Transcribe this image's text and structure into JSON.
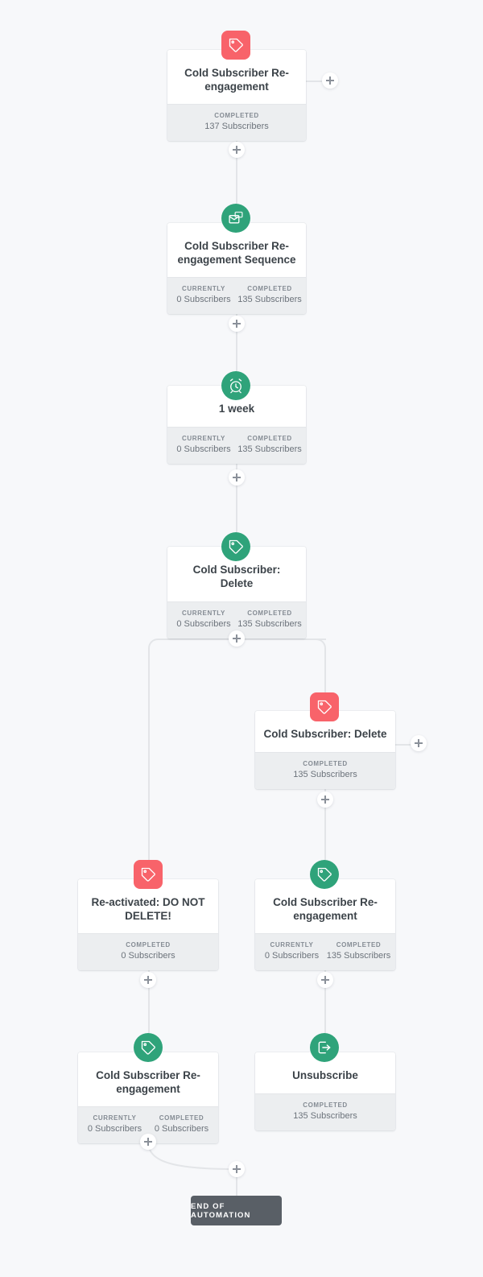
{
  "theme": {
    "background": "#f7f8fa",
    "card_bg": "#ffffff",
    "footer_bg": "#eceef0",
    "line": "#e3e5e8",
    "green": "#2fa37a",
    "red": "#f8636a",
    "end_bg": "#595f66",
    "title_color": "#3c4349",
    "label_color": "#848b93"
  },
  "labels": {
    "currently": "CURRENTLY",
    "completed": "COMPLETED",
    "add_step": "+"
  },
  "nodes": [
    {
      "id": "n1",
      "title": "Cold Subscriber Re-engagement",
      "icon": "tag-icon",
      "icon_color": "red",
      "icon_shape": "rounded-square",
      "stats": [
        {
          "label": "COMPLETED",
          "value": "137 Subscribers"
        }
      ]
    },
    {
      "id": "n2",
      "title": "Cold Subscriber Re-engagement Sequence",
      "icon": "email-sequence-icon",
      "icon_color": "green",
      "icon_shape": "circle",
      "stats": [
        {
          "label": "CURRENTLY",
          "value": "0 Subscribers"
        },
        {
          "label": "COMPLETED",
          "value": "135 Subscribers"
        }
      ]
    },
    {
      "id": "n3",
      "title": "1 week",
      "icon": "alarm-clock-icon",
      "icon_color": "green",
      "icon_shape": "circle",
      "stats": [
        {
          "label": "CURRENTLY",
          "value": "0 Subscribers"
        },
        {
          "label": "COMPLETED",
          "value": "135 Subscribers"
        }
      ]
    },
    {
      "id": "n4",
      "title": "Cold Subscriber: Delete",
      "icon": "tag-icon",
      "icon_color": "green",
      "icon_shape": "circle",
      "stats": [
        {
          "label": "CURRENTLY",
          "value": "0 Subscribers"
        },
        {
          "label": "COMPLETED",
          "value": "135 Subscribers"
        }
      ]
    },
    {
      "id": "n5",
      "title": "Cold Subscriber: Delete",
      "icon": "tag-icon",
      "icon_color": "red",
      "icon_shape": "rounded-square",
      "stats": [
        {
          "label": "COMPLETED",
          "value": "135 Subscribers"
        }
      ]
    },
    {
      "id": "n6",
      "title": "Re-activated: DO NOT DELETE!",
      "icon": "tag-icon",
      "icon_color": "red",
      "icon_shape": "rounded-square",
      "stats": [
        {
          "label": "COMPLETED",
          "value": "0 Subscribers"
        }
      ]
    },
    {
      "id": "n7",
      "title": "Cold Subscriber Re-engagement",
      "icon": "tag-icon",
      "icon_color": "green",
      "icon_shape": "circle",
      "stats": [
        {
          "label": "CURRENTLY",
          "value": "0 Subscribers"
        },
        {
          "label": "COMPLETED",
          "value": "135 Subscribers"
        }
      ]
    },
    {
      "id": "n8",
      "title": "Cold Subscriber Re-engagement",
      "icon": "tag-icon",
      "icon_color": "green",
      "icon_shape": "circle",
      "stats": [
        {
          "label": "CURRENTLY",
          "value": "0 Subscribers"
        },
        {
          "label": "COMPLETED",
          "value": "0 Subscribers"
        }
      ]
    },
    {
      "id": "n9",
      "title": "Unsubscribe",
      "icon": "unsubscribe-exit-icon",
      "icon_color": "green",
      "icon_shape": "circle",
      "stats": [
        {
          "label": "COMPLETED",
          "value": "135 Subscribers"
        }
      ]
    }
  ],
  "end_of_automation": "END OF AUTOMATION"
}
